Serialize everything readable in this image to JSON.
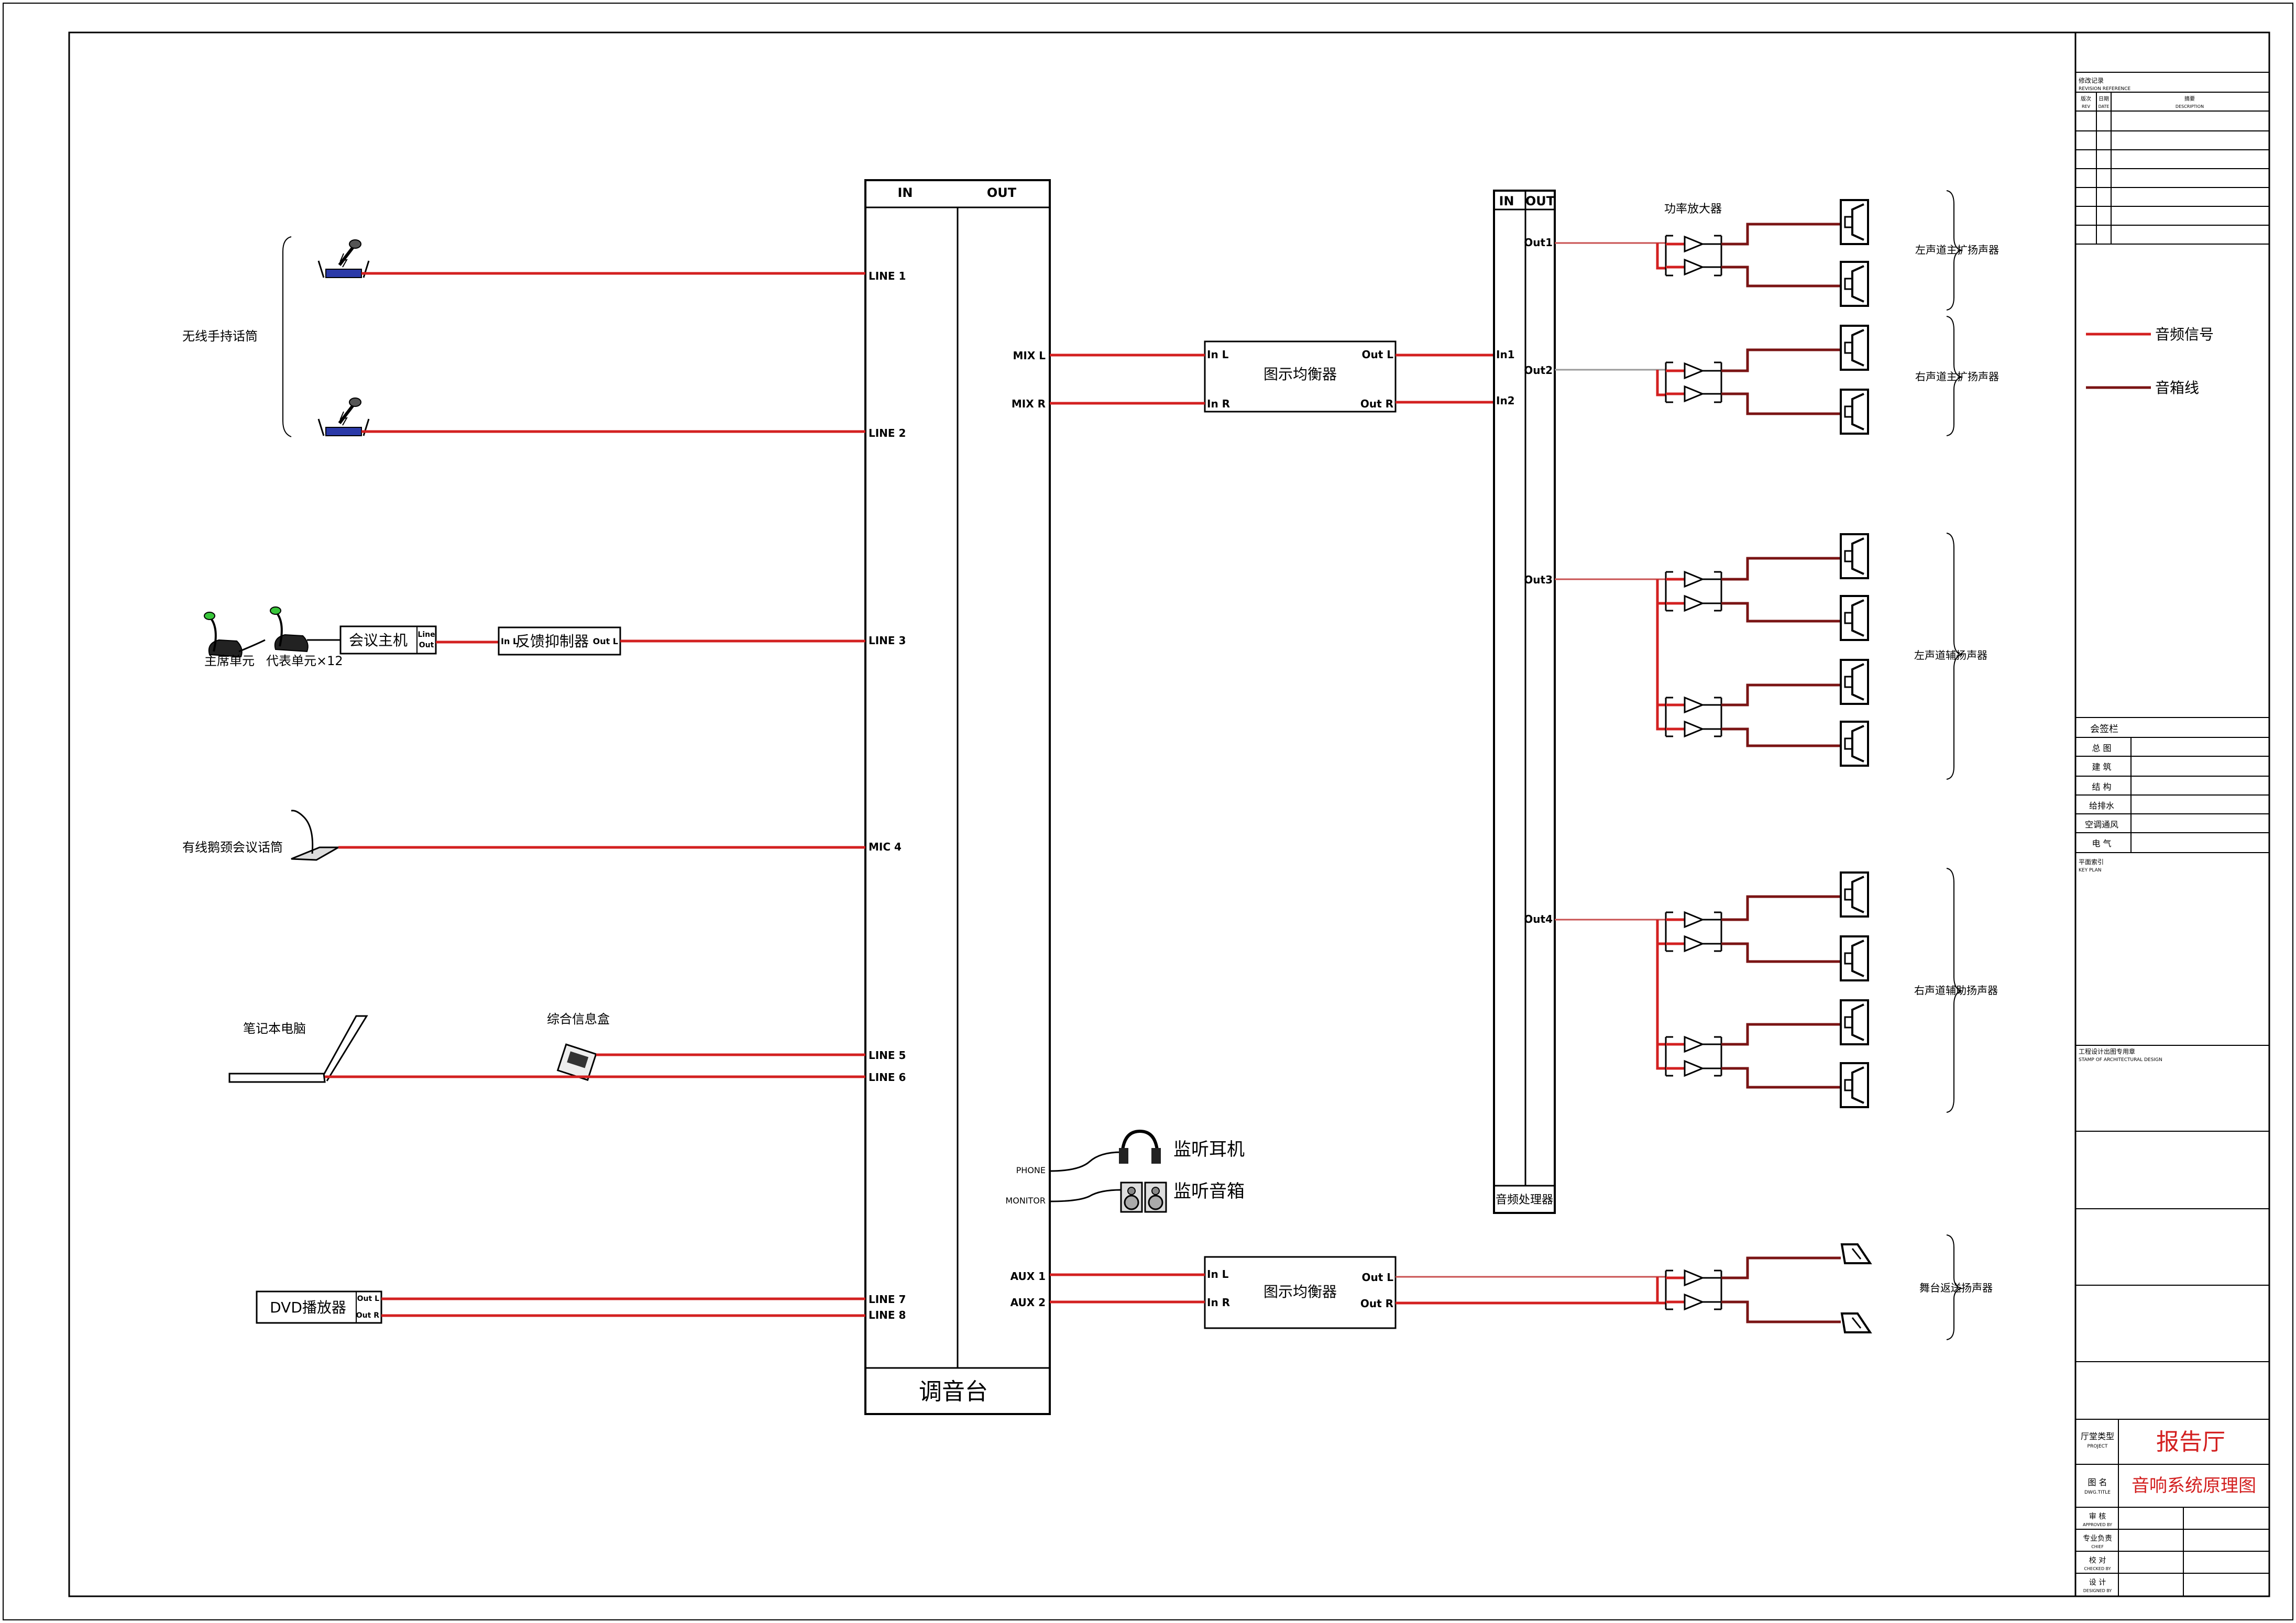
{
  "colors": {
    "audio_signal": "#d32020",
    "speaker_line": "#7a1414",
    "title_red": "#d32020"
  },
  "mixer": {
    "in": "IN",
    "out": "OUT",
    "title": "调音台",
    "line1": "LINE 1",
    "line2": "LINE 2",
    "line3": "LINE 3",
    "mic4": "MIC 4",
    "line5": "LINE 5",
    "line6": "LINE 6",
    "line7": "LINE 7",
    "line8": "LINE 8",
    "mixl": "MIX L",
    "mixr": "MIX R",
    "aux1": "AUX 1",
    "aux2": "AUX 2",
    "phone": "PHONE",
    "monitor": "MONITOR"
  },
  "sources": {
    "wireless_mic": "无线手持话筒",
    "chair_unit": "主席单元",
    "delegate_unit": "代表单元×12",
    "conf_host": "会议主机",
    "conf_line": "Line",
    "conf_out": "Out",
    "feedback": "反馈抑制器",
    "fb_in": "In L",
    "fb_out": "Out L",
    "gooseneck": "有线鹅颈会议话筒",
    "laptop": "笔记本电脑",
    "info_box": "综合信息盒",
    "dvd": "DVD播放器",
    "dvd_outl": "Out L",
    "dvd_outr": "Out R"
  },
  "eq": {
    "name": "图示均衡器",
    "inl": "In L",
    "inr": "In R",
    "outl": "Out L",
    "outr": "Out R"
  },
  "monitors": {
    "headphone": "监听耳机",
    "speaker": "监听音箱"
  },
  "processor": {
    "in": "IN",
    "out": "OUT",
    "in1": "In1",
    "in2": "In2",
    "out1": "Out1",
    "out2": "Out2",
    "out3": "Out3",
    "out4": "Out4",
    "title": "音频处理器"
  },
  "amp_label": "功率放大器",
  "speaker_groups": {
    "g1": "左声道主扩扬声器",
    "g2": "右声道主扩扬声器",
    "g3": "左声道辅扬声器",
    "g4": "右声道辅助扬声器",
    "g5": "舞台返送扬声器"
  },
  "legend": {
    "audio": "音频信号",
    "speaker": "音箱线"
  },
  "title_block": {
    "revision_cn": "修改记录",
    "revision_en": "REVISION REFERENCE",
    "rev_col_cn": "版次",
    "rev_col_en": "REV",
    "date_col_cn": "日期",
    "date_col_en": "DATE",
    "desc_col_cn": "摘要",
    "desc_col_en": "DESCRIPTION",
    "signoff": "会签栏",
    "disciplines": [
      "总 图",
      "建 筑",
      "结 构",
      "给排水",
      "空调通风",
      "电 气"
    ],
    "key_plan_cn": "平面索引",
    "key_plan_en": "KEY PLAN",
    "stamp_cn": "工程设计出图专用章",
    "stamp_en": "STAMP OF ARCHITECTURAL DESIGN",
    "project_cn": "厅堂类型",
    "project_en": "PROJECT",
    "project_value": "报告厅",
    "dwg_cn": "图 名",
    "dwg_en": "DWG.TITLE",
    "dwg_value": "音响系统原理图",
    "approved_cn": "审 核",
    "approved_en": "APPROVED BY",
    "chief_cn": "专业负责",
    "chief_en": "CHIEF",
    "checked_cn": "校 对",
    "checked_en": "CHECKED BY",
    "designed_cn": "设 计",
    "designed_en": "DESIGNED BY"
  }
}
